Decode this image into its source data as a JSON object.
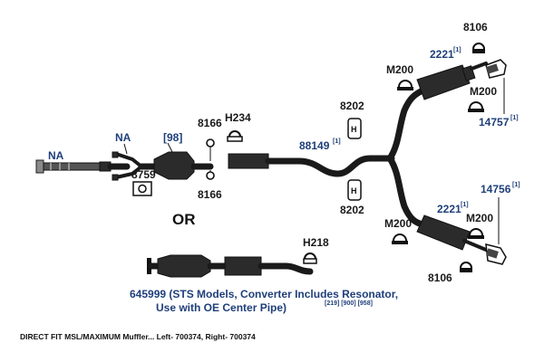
{
  "labels": {
    "na_left": "NA",
    "na_mid": "NA",
    "ref_98": "[98]",
    "p8759": "8759",
    "p8166_top": "8166",
    "p8166_bottom": "8166",
    "h234": "H234",
    "p88149": "88149",
    "p88149_note": "[1]",
    "p8202_top": "8202",
    "p8202_bottom": "8202",
    "h_letter_top": "H",
    "h_letter_bottom": "H",
    "p8106_top": "8106",
    "p8106_bottom": "8106",
    "p2221_top": "2221",
    "p2221_top_note": "[1]",
    "p2221_bottom": "2221",
    "p2221_bottom_note": "[1]",
    "m200_tl": "M200",
    "m200_tr": "M200",
    "m200_bl": "M200",
    "m200_br": "M200",
    "p14757": "14757",
    "p14757_note": "[1]",
    "p14756": "14756",
    "p14756_note": "[1]",
    "or": "OR",
    "h218": "H218",
    "alt_line1": "645999 (STS Models, Converter Includes Resonator,",
    "alt_line2": "Use with OE Center Pipe)",
    "alt_line2_notes": "[219] [900] [958]"
  },
  "footer": "DIRECT FIT MSL/MAXIMUM Muffler... Left- 700374, Right- 700374",
  "colors": {
    "label_blue": "#1f3f7a",
    "label_dark": "#1a1a1a",
    "part": "#2b2b2b"
  }
}
